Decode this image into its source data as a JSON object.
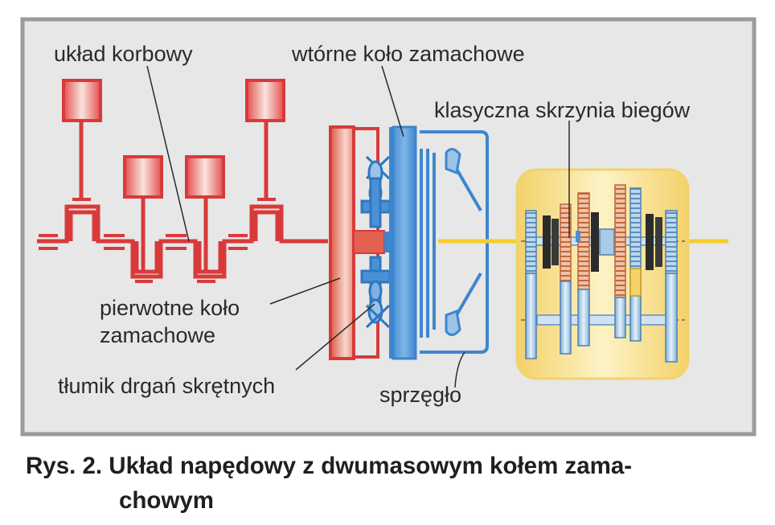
{
  "labels": {
    "crank": "układ korbowy",
    "secondary_flywheel": "wtórne koło zamachowe",
    "gearbox": "klasyczna skrzynia biegów",
    "primary_flywheel_line1": "pierwotne koło",
    "primary_flywheel_line2": "zamachowe",
    "damper": "tłumik drgań skrętnych",
    "clutch": "sprzęgło"
  },
  "caption": {
    "line1": "Rys. 2. Układ napędowy z dwumasowym kołem zama-",
    "line2": "chowym"
  },
  "colors": {
    "panel_background": "#e7e7e7",
    "panel_border": "#9b9b9b",
    "crank_red": "#d83a3a",
    "flywheel_blue": "#3d86cf",
    "shaft_yellow": "#f3cd2e",
    "gearbox_panel": "#f7e08a",
    "gear_blue": "#a9cbe6",
    "gear_orange": "#e9a27a"
  }
}
